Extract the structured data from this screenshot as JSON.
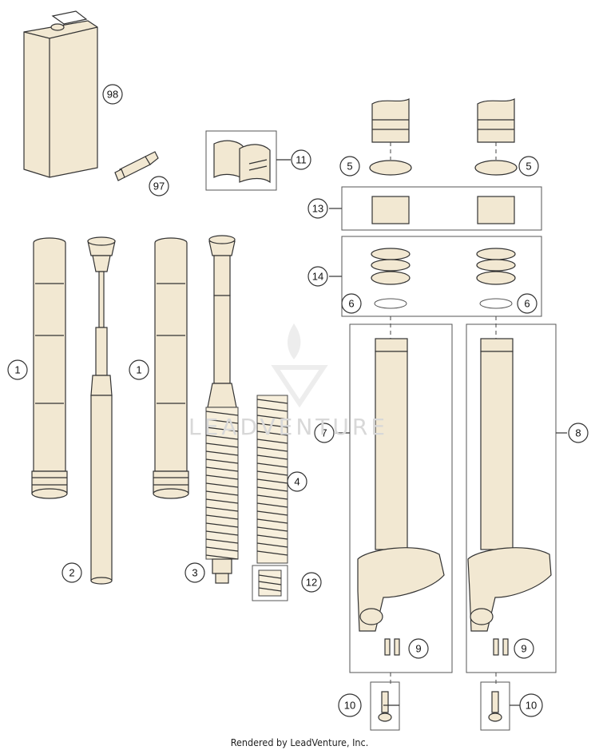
{
  "callouts": {
    "c98": "98",
    "c97": "97",
    "c11": "11",
    "c5a": "5",
    "c5b": "5",
    "c13": "13",
    "c14": "14",
    "c6a": "6",
    "c6b": "6",
    "c1a": "1",
    "c1b": "1",
    "c2": "2",
    "c3": "3",
    "c4": "4",
    "c12": "12",
    "c7": "7",
    "c8": "8",
    "c9a": "9",
    "c9b": "9",
    "c10a": "10",
    "c10b": "10"
  },
  "footer": "Rendered by LeadVenture, Inc.",
  "watermark": "LEADVENTURE",
  "colors": {
    "part_fill": "#f2e8d2",
    "line": "#333333",
    "frame": "#555555"
  }
}
